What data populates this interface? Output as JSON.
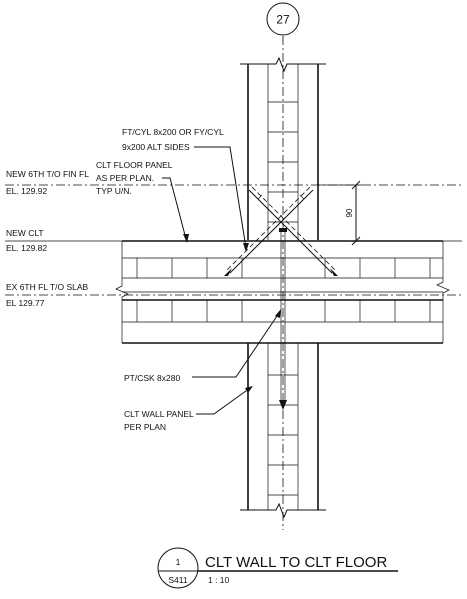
{
  "grid_bubble": {
    "label": "27"
  },
  "levels": [
    {
      "name": "NEW 6TH T/O FIN FL",
      "elevation": "EL. 129.92"
    },
    {
      "name": "NEW CLT",
      "elevation": "EL. 129.82"
    },
    {
      "name": "EX 6TH FL T/O SLAB",
      "elevation": "EL 129.77"
    }
  ],
  "notes": {
    "fastener_top": [
      "FT/CYL 8x200 OR FY/CYL",
      "9x200 ALT SIDES"
    ],
    "floor_panel": [
      "CLT FLOOR PANEL",
      "AS PER PLAN.",
      "TYP U/N."
    ],
    "screw_bottom": [
      "PT/CSK 8x280"
    ],
    "wall_panel": [
      "CLT WALL PANEL",
      "PER PLAN"
    ]
  },
  "dimension": {
    "value": "90"
  },
  "title_block": {
    "detail_number": "1",
    "sheet": "S411",
    "title": "CLT WALL TO CLT FLOOR",
    "scale": "1 : 10"
  }
}
